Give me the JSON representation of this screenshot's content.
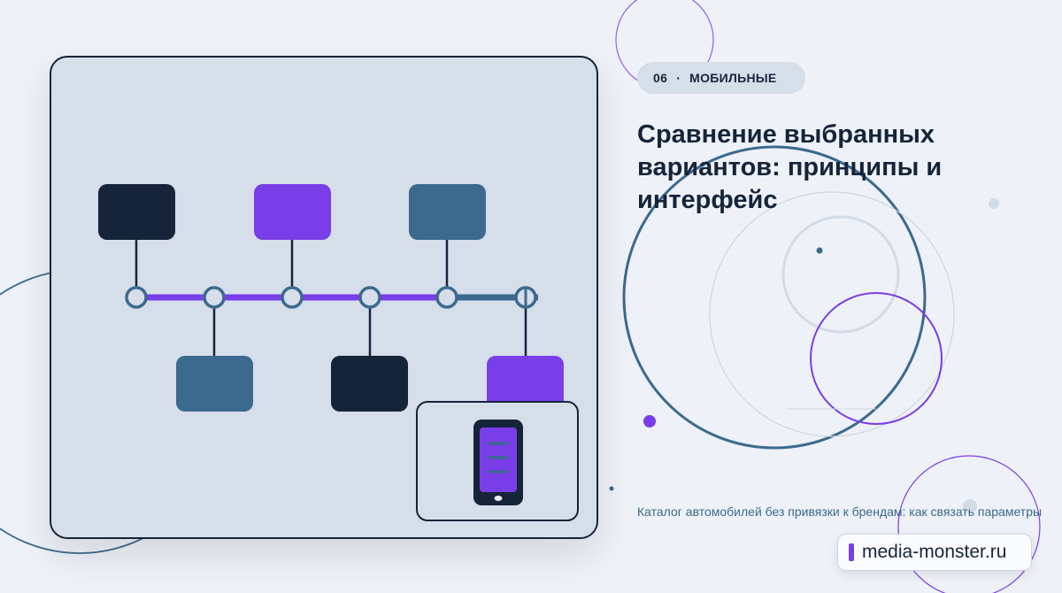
{
  "badge": {
    "number": "06",
    "separator": "·",
    "category": "МОБИЛЬНЫЕ"
  },
  "title": "Сравнение выбранных вариантов: принципы и интерфейс",
  "subtitle": "Каталог автомобилей без привязки к брендам: как связать параметры",
  "brand": {
    "name": "media-monster.ru"
  },
  "colors": {
    "background": "#eef1f7",
    "card": "#d6deea",
    "navy": "#16243a",
    "purple": "#7a3ee8",
    "steel": "#3b6a8e"
  },
  "icons": [
    "phone-icon"
  ]
}
